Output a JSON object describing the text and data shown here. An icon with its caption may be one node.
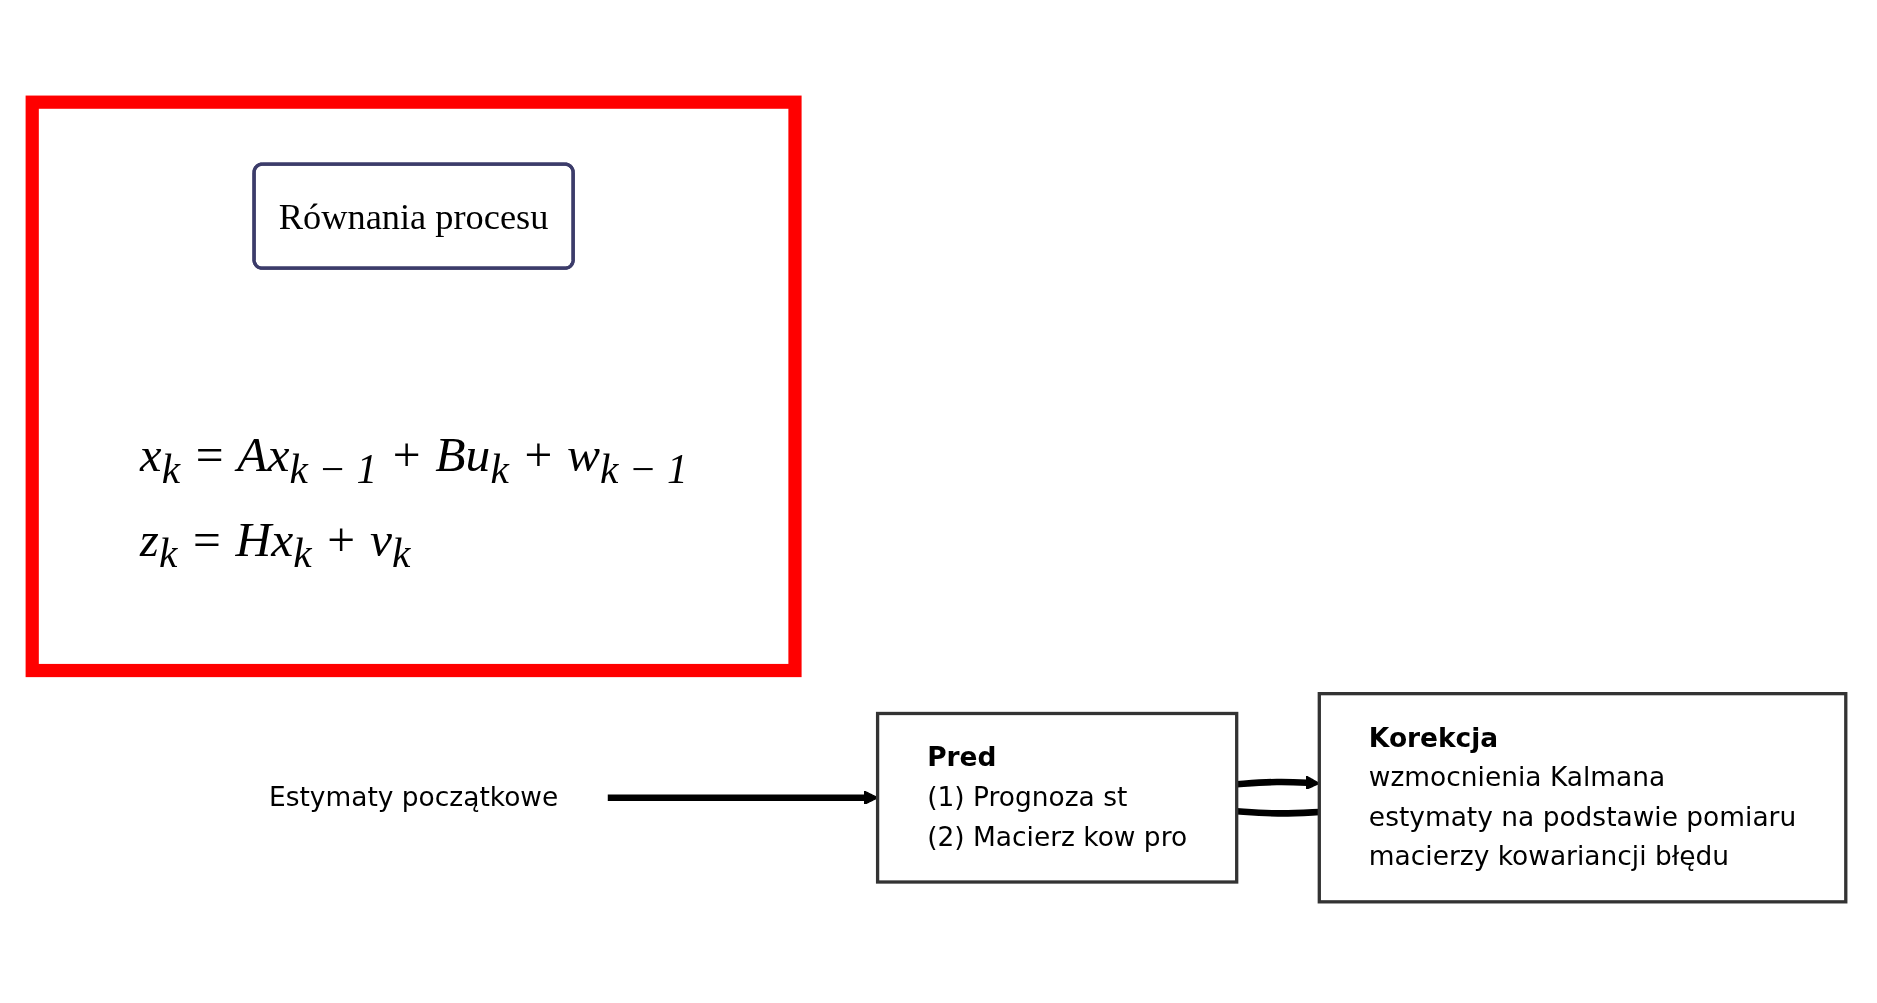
{
  "diagram": {
    "nodes": [
      {
        "text": [
          "Pred",
          "(1) Prognoza st",
          "(2) Macierz kow pro"
        ]
      },
      {
        "text": [
          "Korekcja",
          "wzmocnienia Kalmana",
          "estymaty na podstawie pomiaru",
          "macierzy kowariancji błędu"
        ]
      },
      {
        "text": [
          "x$_{k}$ = Ax$_{k − 1}$ + Bu$_{k}$ + w$_{k − 1}$",
          "z$_{k}$ = Hx$_{k}$ + v$_{k}$"
        ]
      },
      {
        "text": [
          "Równania procesu"
        ],
        "in": 2
      },
      {
        "text": [
          "Estymaty początkowe"
        ]
      }
    ],
    "edges": [
      {
        "from": 4,
        "to": 0,
        "arrow": "to"
      },
      {
        "from": 0,
        "to": 1,
        "arrow": "to"
      },
      {
        "from": 1,
        "to": 0,
        "arrow": "none"
      }
    ]
  }
}
